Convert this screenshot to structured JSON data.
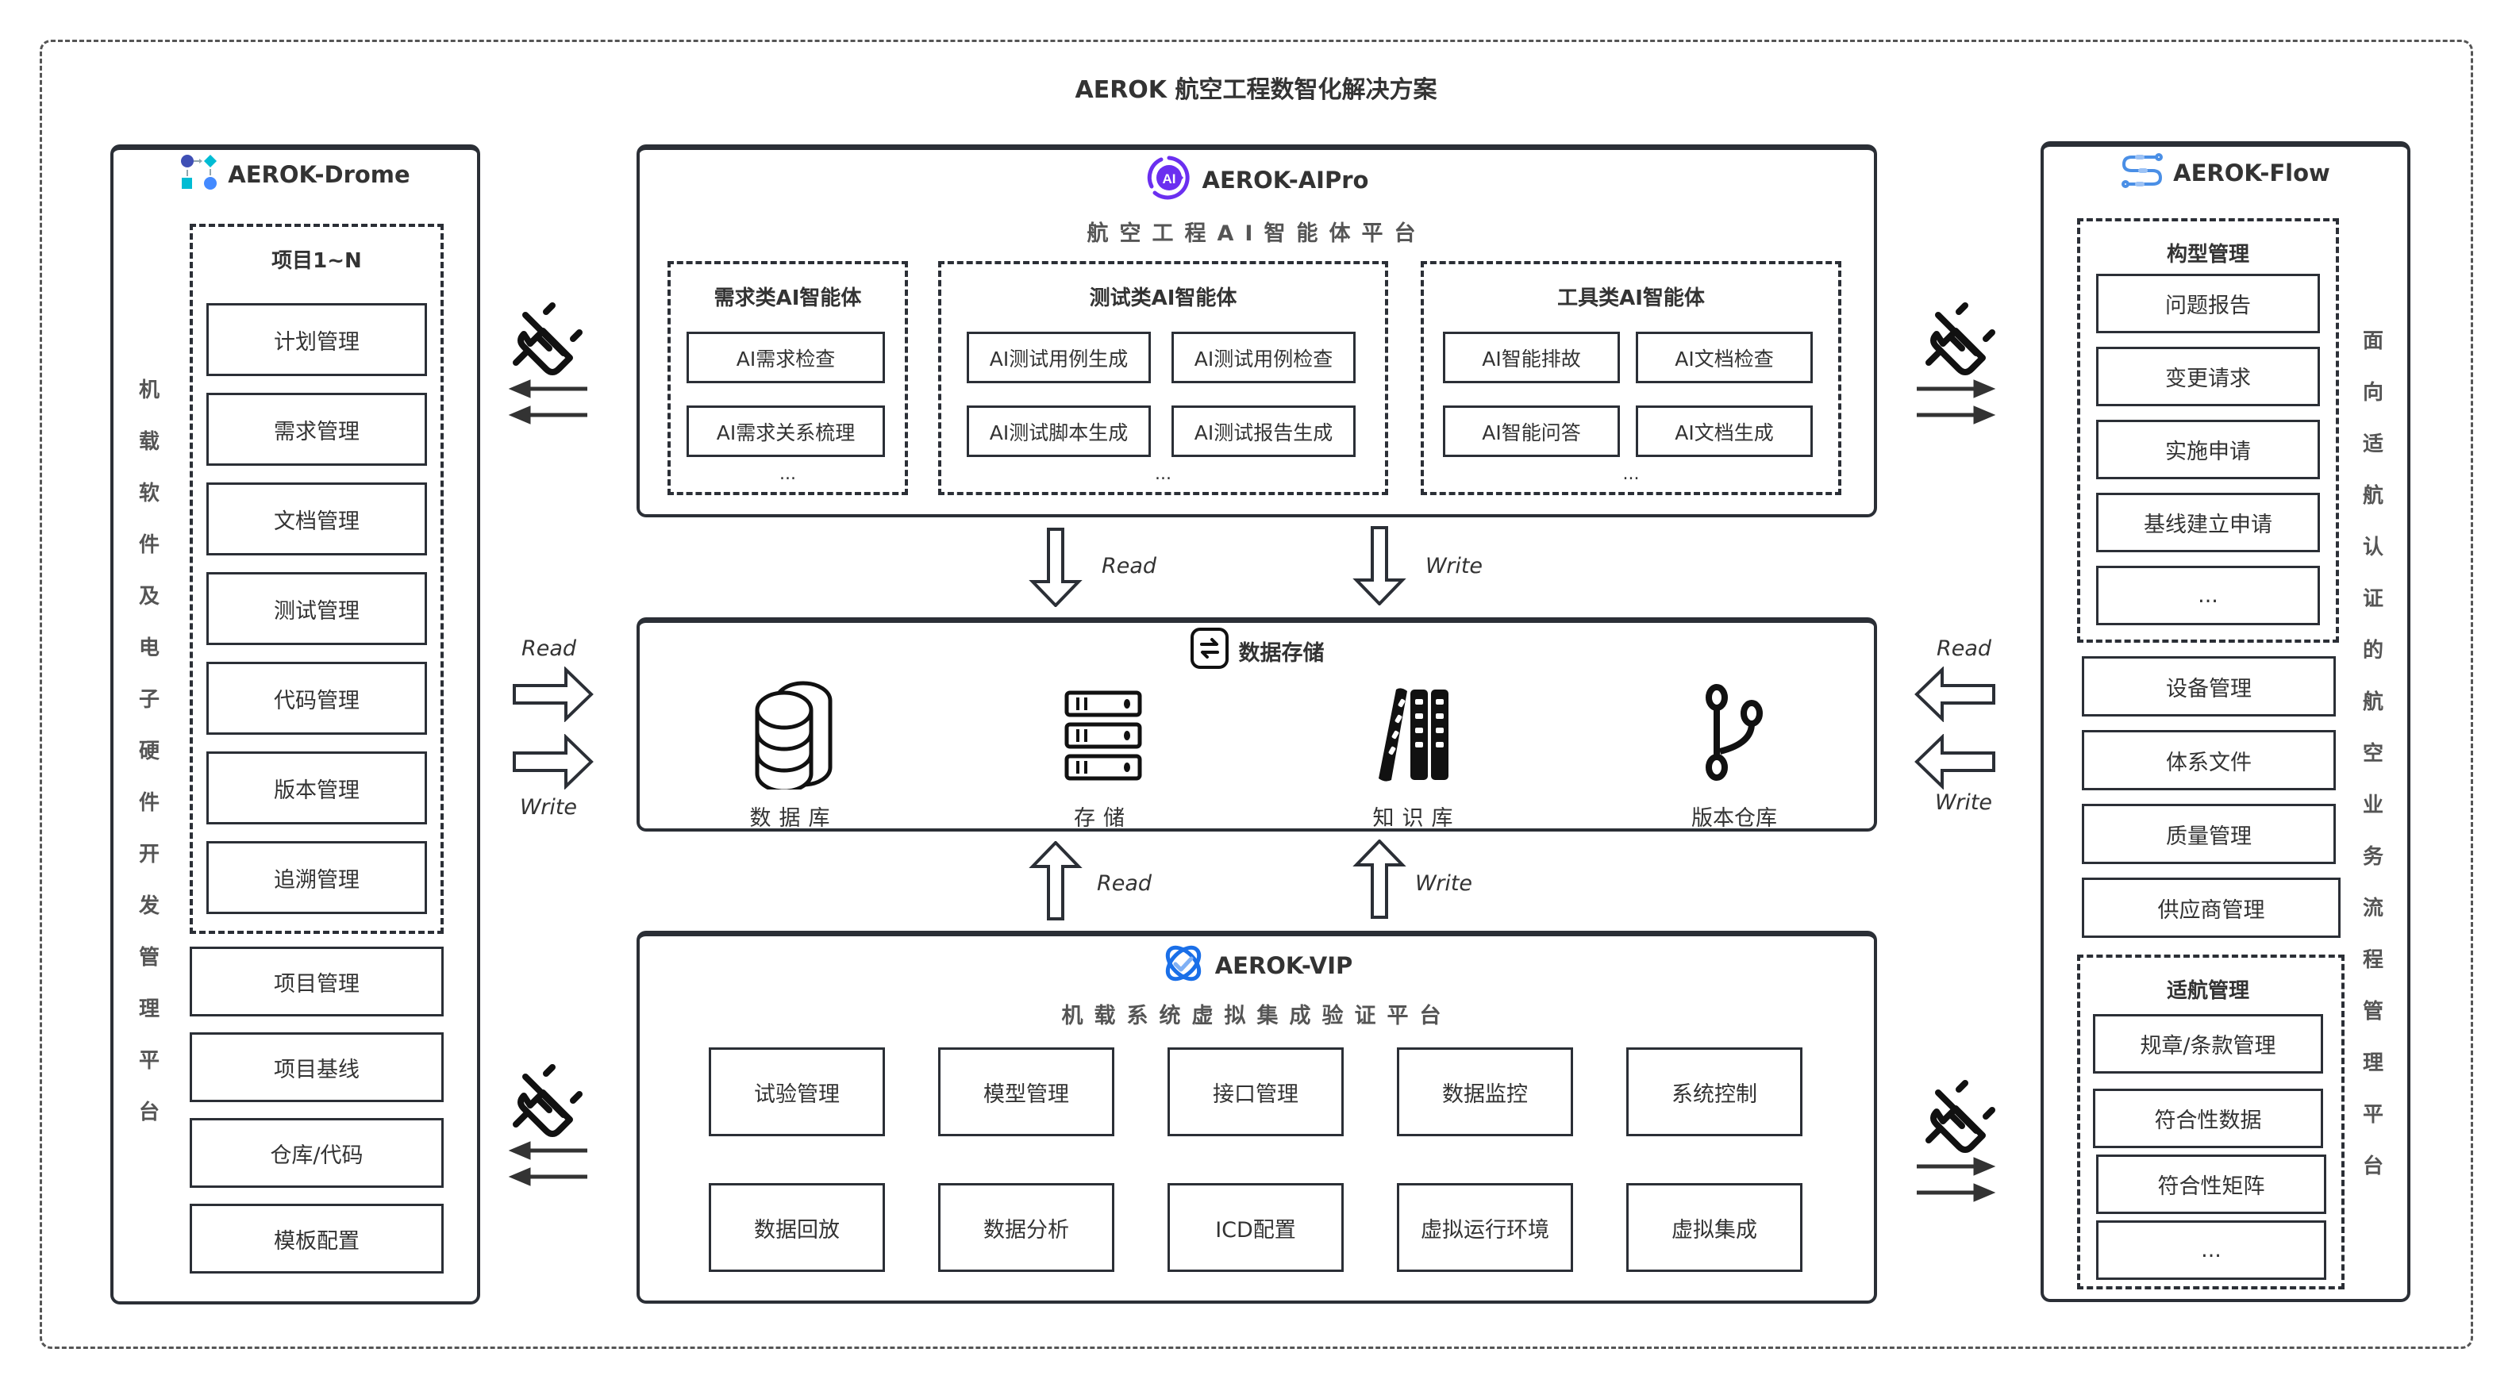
{
  "title": "AEROK 航空工程数智化解决方案",
  "drome": {
    "name": "AEROK-Drome",
    "side_label": "机载软件及电子硬件开发管理平台",
    "project_group": {
      "title": "项目1~N",
      "items": [
        "计划管理",
        "需求管理",
        "文档管理",
        "测试管理",
        "代码管理",
        "版本管理",
        "追溯管理"
      ]
    },
    "items": [
      "项目管理",
      "项目基线",
      "仓库/代码",
      "模板配置"
    ]
  },
  "aipro": {
    "name": "AEROK-AIPro",
    "subtitle": "航空工程AI智能体平台",
    "groups": [
      {
        "title": "需求类AI智能体",
        "items": [
          "AI需求检查",
          "AI需求关系梳理"
        ],
        "more": "..."
      },
      {
        "title": "测试类AI智能体",
        "items": [
          "AI测试用例生成",
          "AI测试用例检查",
          "AI测试脚本生成",
          "AI测试报告生成"
        ],
        "more": "..."
      },
      {
        "title": "工具类AI智能体",
        "items": [
          "AI智能排故",
          "AI文档检查",
          "AI智能问答",
          "AI文档生成"
        ],
        "more": "..."
      }
    ]
  },
  "storage": {
    "name": "数据存储",
    "items": [
      {
        "label": "数据库",
        "icon": "database-icon"
      },
      {
        "label": "存储",
        "icon": "server-icon"
      },
      {
        "label": "知识库",
        "icon": "books-icon"
      },
      {
        "label": "版本仓库",
        "icon": "git-branch-icon"
      }
    ]
  },
  "vip": {
    "name": "AEROK-VIP",
    "subtitle": "机载系统虚拟集成验证平台",
    "items": [
      "试验管理",
      "模型管理",
      "接口管理",
      "数据监控",
      "系统控制",
      "数据回放",
      "数据分析",
      "ICD配置",
      "虚拟运行环境",
      "虚拟集成"
    ]
  },
  "flow": {
    "name": "AEROK-Flow",
    "side_label": "面向适航认证的航空业务流程管理平台",
    "config_group": {
      "title": "构型管理",
      "items": [
        "问题报告",
        "变更请求",
        "实施申请",
        "基线建立申请",
        "..."
      ]
    },
    "items": [
      "设备管理",
      "体系文件",
      "质量管理",
      "供应商管理"
    ],
    "airworthiness_group": {
      "title": "适航管理",
      "items": [
        "规章/条款管理",
        "符合性数据",
        "符合性矩阵",
        "..."
      ]
    }
  },
  "arrows": {
    "read": "Read",
    "write": "Write"
  },
  "colors": {
    "aipro": "#6b2ff0",
    "vip": "#1a6fe8",
    "drome_dark": "#3f4fb5",
    "drome_teal": "#00bcd4",
    "flow": "#4a8fe6",
    "line": "#2b2f36"
  }
}
